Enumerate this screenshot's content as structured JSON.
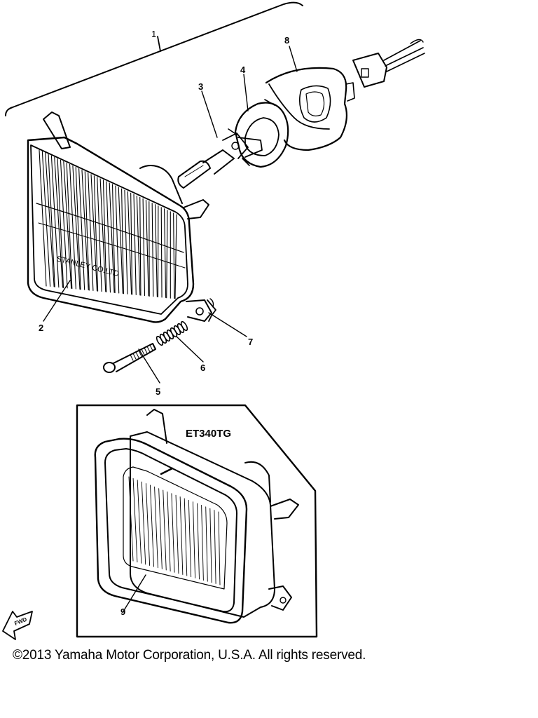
{
  "diagram": {
    "callouts": [
      "1",
      "2",
      "3",
      "4",
      "5",
      "6",
      "7",
      "8",
      "9"
    ],
    "inset_label": "ET340TG",
    "lens_print": "STANLEY CO.LTD",
    "fwd_badge": "FWD",
    "copyright": "©2013 Yamaha Motor Corporation, U.S.A. All rights reserved."
  }
}
